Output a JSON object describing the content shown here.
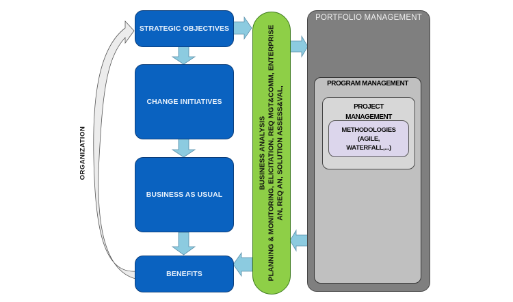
{
  "diagram": {
    "organization_label": "ORGANIZATION",
    "flow_boxes": [
      {
        "id": "strategic-objectives",
        "label": "STRATEGIC OBJECTIVES"
      },
      {
        "id": "change-initiatives",
        "label": "CHANGE INITIATIVES"
      },
      {
        "id": "business-as-usual",
        "label": "BUSINESS AS USUAL"
      },
      {
        "id": "benefits",
        "label": "BENEFITS"
      }
    ],
    "business_analysis": {
      "title": "BUSINESS ANALYSIS",
      "line1": "PLANNING & MONITORING, ELICITATION, REQ MGT&COMM, ENTERPRISE",
      "line2": "AN, REQ AN, SOLUTION ASSESS&VAL,"
    },
    "portfolio": {
      "title": "PORTFOLIO MANAGEMENT",
      "program": {
        "title": "PROGRAM MANAGEMENT",
        "project": {
          "title_line1": "PROJECT",
          "title_line2": "MANAGEMENT",
          "methodologies": {
            "line1": "METHODOLOGIES",
            "line2": "(AGILE,",
            "line3": "WATERFALL,...)"
          }
        }
      }
    },
    "colors": {
      "flow_box": "#0a62c0",
      "arrow": "#8ccbe0",
      "business_analysis": "#8ecf47",
      "portfolio": "#7f7f7f",
      "program": "#c0c0c0",
      "project": "#d7d7d7",
      "methodologies": "#dcd6ec"
    }
  }
}
